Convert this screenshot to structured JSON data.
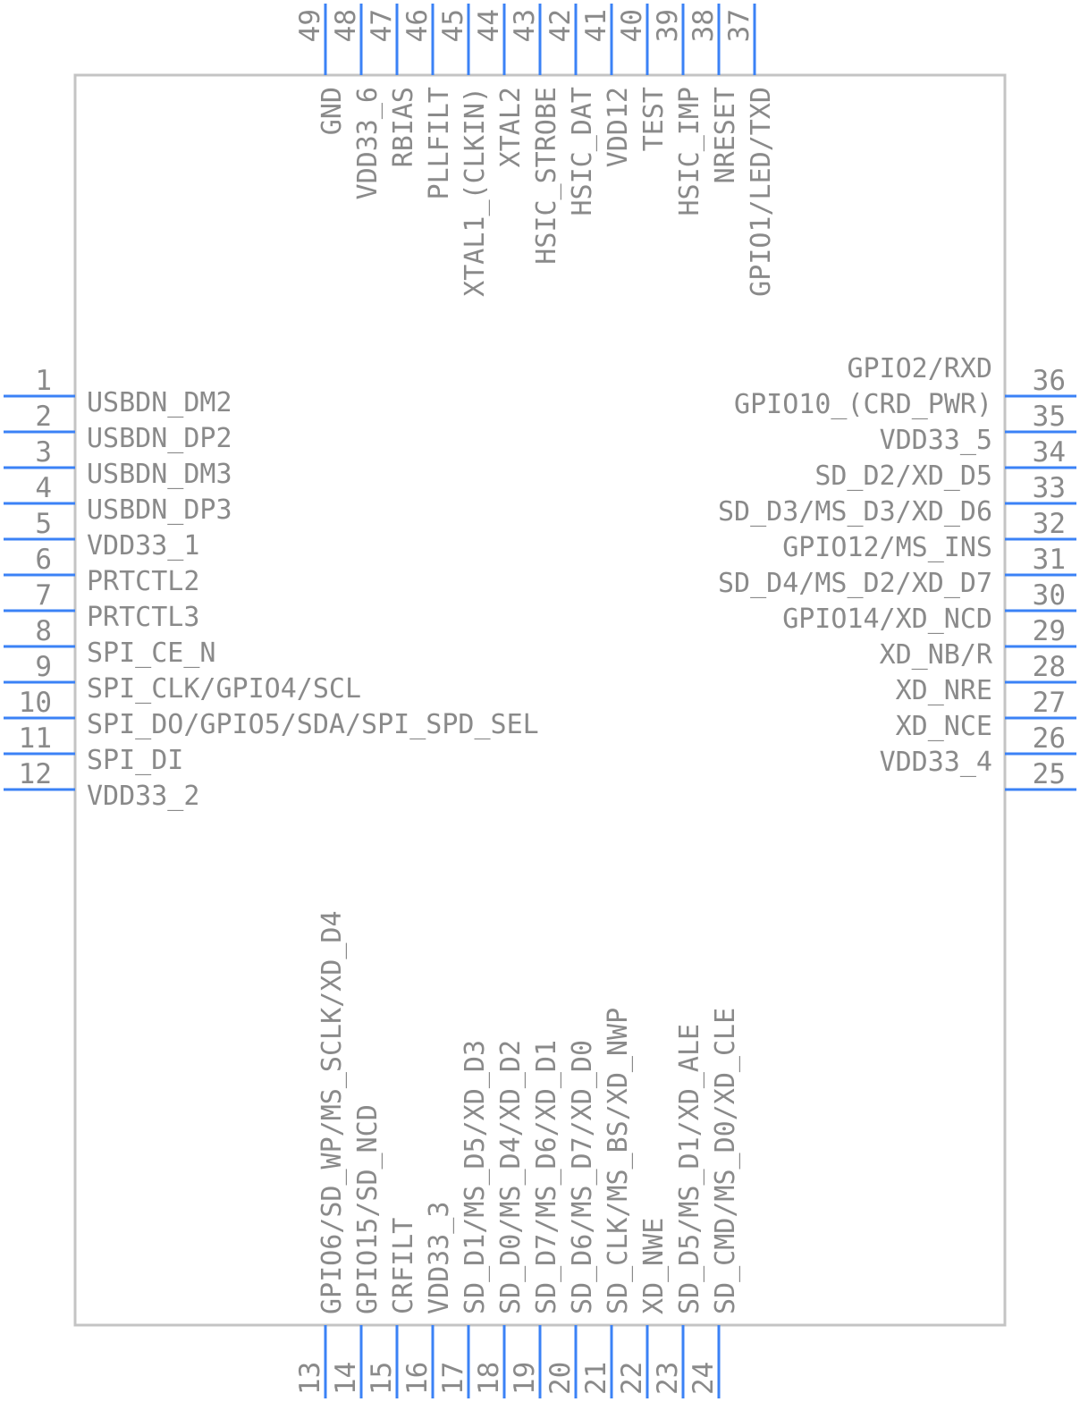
{
  "colors": {
    "body_outline": "#c4c4c4",
    "pin_line": "#3b82f6",
    "text": "#8a8a8a",
    "background": "#ffffff"
  },
  "pins": [
    {
      "num": "1",
      "label": "USBDN_DM2",
      "side": "left"
    },
    {
      "num": "2",
      "label": "USBDN_DP2",
      "side": "left"
    },
    {
      "num": "3",
      "label": "USBDN_DM3",
      "side": "left"
    },
    {
      "num": "4",
      "label": "USBDN_DP3",
      "side": "left"
    },
    {
      "num": "5",
      "label": "VDD33_1",
      "side": "left"
    },
    {
      "num": "6",
      "label": "PRTCTL2",
      "side": "left"
    },
    {
      "num": "7",
      "label": "PRTCTL3",
      "side": "left"
    },
    {
      "num": "8",
      "label": "SPI_CE_N",
      "side": "left"
    },
    {
      "num": "9",
      "label": "SPI_CLK/GPIO4/SCL",
      "side": "left"
    },
    {
      "num": "10",
      "label": "SPI_DO/GPIO5/SDA/SPI_SPD_SEL",
      "side": "left"
    },
    {
      "num": "11",
      "label": "SPI_DI",
      "side": "left"
    },
    {
      "num": "12",
      "label": "VDD33_2",
      "side": "left"
    },
    {
      "num": "13",
      "label": "GPIO6/SD_WP/MS_SCLK/XD_D4",
      "side": "bottom"
    },
    {
      "num": "14",
      "label": "GPIO15/SD_NCD",
      "side": "bottom"
    },
    {
      "num": "15",
      "label": "CRFILT",
      "side": "bottom"
    },
    {
      "num": "16",
      "label": "VDD33_3",
      "side": "bottom"
    },
    {
      "num": "17",
      "label": "SD_D1/MS_D5/XD_D3",
      "side": "bottom"
    },
    {
      "num": "18",
      "label": "SD_D0/MS_D4/XD_D2",
      "side": "bottom"
    },
    {
      "num": "19",
      "label": "SD_D7/MS_D6/XD_D1",
      "side": "bottom"
    },
    {
      "num": "20",
      "label": "SD_D6/MS_D7/XD_D0",
      "side": "bottom"
    },
    {
      "num": "21",
      "label": "SD_CLK/MS_BS/XD_NWP",
      "side": "bottom"
    },
    {
      "num": "22",
      "label": "XD_NWE",
      "side": "bottom"
    },
    {
      "num": "23",
      "label": "SD_D5/MS_D1/XD_ALE",
      "side": "bottom"
    },
    {
      "num": "24",
      "label": "SD_CMD/MS_D0/XD_CLE",
      "side": "bottom"
    },
    {
      "num": "25",
      "label": "VDD33_4",
      "side": "right"
    },
    {
      "num": "26",
      "label": "XD_NCE",
      "side": "right"
    },
    {
      "num": "27",
      "label": "XD_NRE",
      "side": "right"
    },
    {
      "num": "28",
      "label": "XD_NB/R",
      "side": "right"
    },
    {
      "num": "29",
      "label": "GPIO14/XD_NCD",
      "side": "right"
    },
    {
      "num": "30",
      "label": "SD_D4/MS_D2/XD_D7",
      "side": "right"
    },
    {
      "num": "31",
      "label": "GPIO12/MS_INS",
      "side": "right"
    },
    {
      "num": "32",
      "label": "SD_D3/MS_D3/XD_D6",
      "side": "right"
    },
    {
      "num": "33",
      "label": "SD_D2/XD_D5",
      "side": "right"
    },
    {
      "num": "34",
      "label": "VDD33_5",
      "side": "right"
    },
    {
      "num": "35",
      "label": "GPIO10_(CRD_PWR)",
      "side": "right"
    },
    {
      "num": "36",
      "label": "GPIO2/RXD",
      "side": "right"
    },
    {
      "num": "37",
      "label": "GPIO1/LED/TXD",
      "side": "top"
    },
    {
      "num": "38",
      "label": "NRESET",
      "side": "top"
    },
    {
      "num": "39",
      "label": "HSIC_IMP",
      "side": "top"
    },
    {
      "num": "40",
      "label": "TEST",
      "side": "top"
    },
    {
      "num": "41",
      "label": "VDD12",
      "side": "top"
    },
    {
      "num": "42",
      "label": "HSIC_DAT",
      "side": "top"
    },
    {
      "num": "43",
      "label": "HSIC_STROBE",
      "side": "top"
    },
    {
      "num": "44",
      "label": "XTAL2",
      "side": "top"
    },
    {
      "num": "45",
      "label": "XTAL1_(CLKIN)",
      "side": "top"
    },
    {
      "num": "46",
      "label": "PLLFILT",
      "side": "top"
    },
    {
      "num": "47",
      "label": "RBIAS",
      "side": "top"
    },
    {
      "num": "48",
      "label": "VDD33_6",
      "side": "top"
    },
    {
      "num": "49",
      "label": "GND",
      "side": "top"
    }
  ]
}
